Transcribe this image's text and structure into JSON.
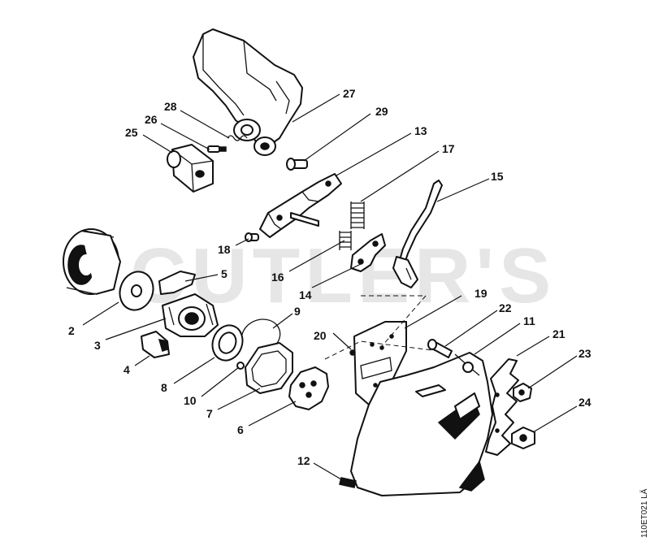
{
  "watermark": "CUTLER'S",
  "drawing_code": "110ET021 LÄ",
  "callouts": {
    "n2": "2",
    "n3": "3",
    "n4": "4",
    "n5": "5",
    "n6": "6",
    "n7": "7",
    "n8": "8",
    "n9": "9",
    "n10": "10",
    "n11": "11",
    "n12": "12",
    "n13": "13",
    "n14": "14",
    "n15": "15",
    "n16": "16",
    "n17": "17",
    "n18": "18",
    "n19": "19",
    "n20": "20",
    "n21": "21",
    "n22": "22",
    "n23": "23",
    "n24": "24",
    "n25": "25",
    "n26": "26",
    "n27": "27",
    "n28": "28",
    "n29": "29"
  }
}
